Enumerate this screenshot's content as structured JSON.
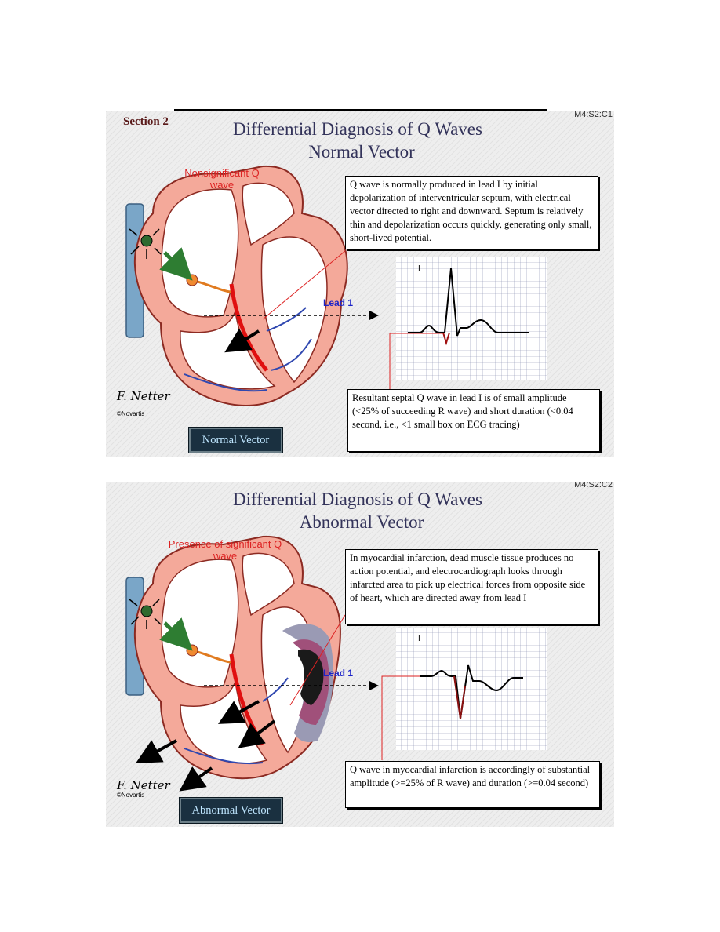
{
  "slides": [
    {
      "section": "Section 2",
      "code": "M4:S2:C1",
      "title_line1": "Differential Diagnosis of Q Waves",
      "title_line2": "Normal Vector",
      "q_label": "Nonsignificant Q wave",
      "lead_label": "Lead 1",
      "ecg_lead": "I",
      "top_box": "Q wave is normally produced in lead I by initial depolarization of interventricular septum, with electrical vector directed to right and downward. Septum is relatively thin and depolarization occurs quickly, generating only small, short-lived potential.",
      "bottom_box": "Resultant septal Q wave in lead I is of small amplitude (<25% of succeeding R wave) and short duration (<0.04 second, i.e., <1 small box on ECG tracing)",
      "button": "Normal Vector",
      "signature": "F. Netter",
      "copyright": "©Novartis"
    },
    {
      "code": "M4:S2:C2",
      "title_line1": "Differential Diagnosis of Q Waves",
      "title_line2": "Abnormal Vector",
      "q_label": "Presence of significant Q wave",
      "lead_label": "Lead 1",
      "ecg_lead": "I",
      "top_box": "In myocardial infarction, dead muscle tissue produces no action potential, and electrocardiograph looks through infarcted area to pick up electrical forces from opposite side of heart, which are directed away from lead I",
      "bottom_box": "Q wave in myocardial infarction is accordingly of substantial amplitude (>=25% of R wave) and duration (>=0.04 second)",
      "button": "Abnormal Vector",
      "signature": "F. Netter",
      "copyright": "©Novartis"
    }
  ],
  "colors": {
    "heart_wall": "#f4a99a",
    "heart_outline": "#8c2a22",
    "septum_red": "#e01010",
    "vessel_blue": "#3048b0",
    "arrow_green": "#2e7d32",
    "infarct_dark": "#1a1a1a",
    "infarct_purple": "#a0507a"
  }
}
